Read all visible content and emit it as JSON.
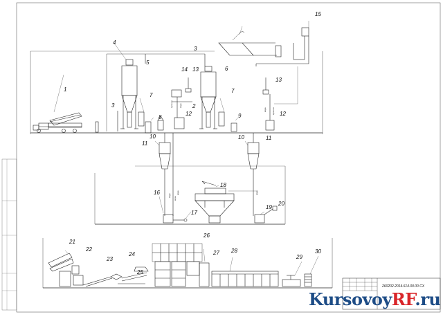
{
  "drawing": {
    "labels": [
      "1",
      "2",
      "3",
      "4",
      "5",
      "6",
      "7",
      "8",
      "9",
      "10",
      "11",
      "12",
      "13",
      "14",
      "15",
      "16",
      "17",
      "18",
      "19",
      "20",
      "21",
      "22",
      "23",
      "24",
      "25",
      "26",
      "27",
      "28",
      "29",
      "30"
    ],
    "title_block": {
      "code": "260202.2014.614.00.00 СХ"
    }
  },
  "watermark": {
    "part1": "Kursovoy",
    "part2": "RF",
    "part3": ".ru"
  }
}
